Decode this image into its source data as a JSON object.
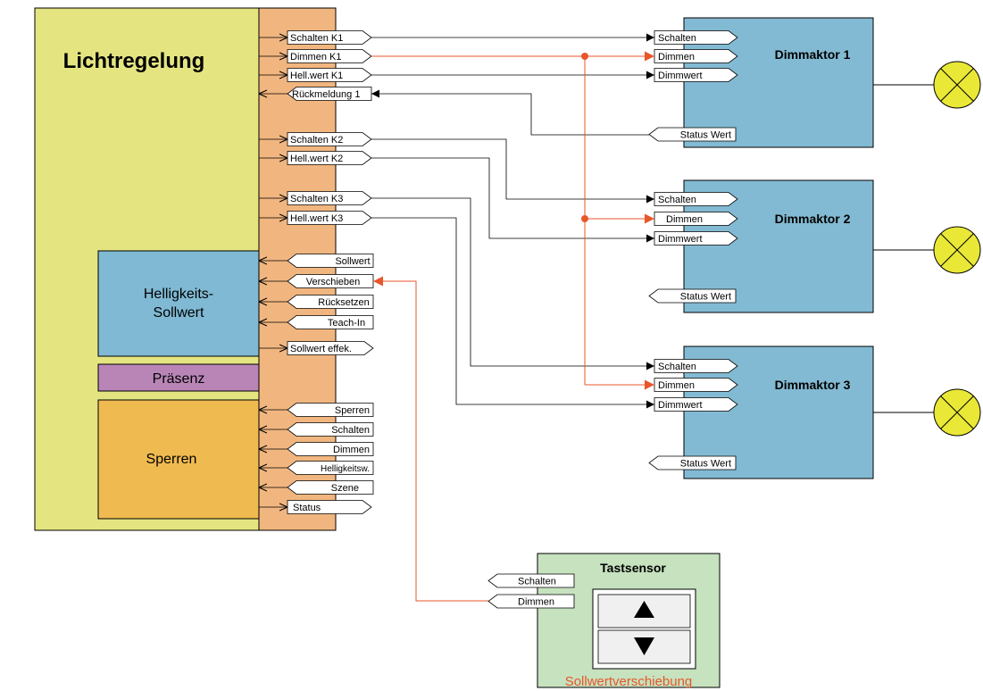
{
  "controller": {
    "title": "Lichtregelung",
    "outputs": [
      "Schalten K1",
      "Dimmen K1",
      "Hell.wert K1"
    ],
    "feedback": "Rückmeldung 1",
    "outputs_k2": [
      "Schalten K2",
      "Hell.wert K2"
    ],
    "outputs_k3": [
      "Schalten K3",
      "Hell.wert K3"
    ]
  },
  "setpoint": {
    "title_line1": "Helligkeits-",
    "title_line2": "Sollwert",
    "inputs": [
      "Sollwert",
      "Verschieben",
      "Rücksetzen",
      "Teach-In"
    ],
    "output": "Sollwert effek."
  },
  "presence": {
    "title": "Präsenz"
  },
  "lock": {
    "title": "Sperren",
    "inputs": [
      "Sperren",
      "Schalten",
      "Dimmen",
      "Helligkeitsw.",
      "Szene"
    ],
    "output": "Status"
  },
  "actuators": [
    {
      "title": "Dimmaktor 1",
      "inputs": [
        "Schalten",
        "Dimmen",
        "Dimmwert"
      ],
      "status": "Status Wert"
    },
    {
      "title": "Dimmaktor 2",
      "inputs": [
        "Schalten",
        "Dimmen",
        "Dimmwert"
      ],
      "status": "Status Wert"
    },
    {
      "title": "Dimmaktor 3",
      "inputs": [
        "Schalten",
        "Dimmen",
        "Dimmwert"
      ],
      "status": "Status Wert"
    }
  ],
  "sensor": {
    "title": "Tastsensor",
    "outputs": [
      "Schalten",
      "Dimmen"
    ],
    "caption": "Sollwertverschiebung"
  },
  "colors": {
    "controller": "#e4e581",
    "strip": "#f1b67f",
    "setpoint": "#7fb9d3",
    "presence": "#b985b7",
    "lock": "#efba50",
    "actuator": "#83bad3",
    "sensor": "#c6e2bf",
    "lamp": "#e9e836",
    "red_wire": "#e8562a"
  }
}
